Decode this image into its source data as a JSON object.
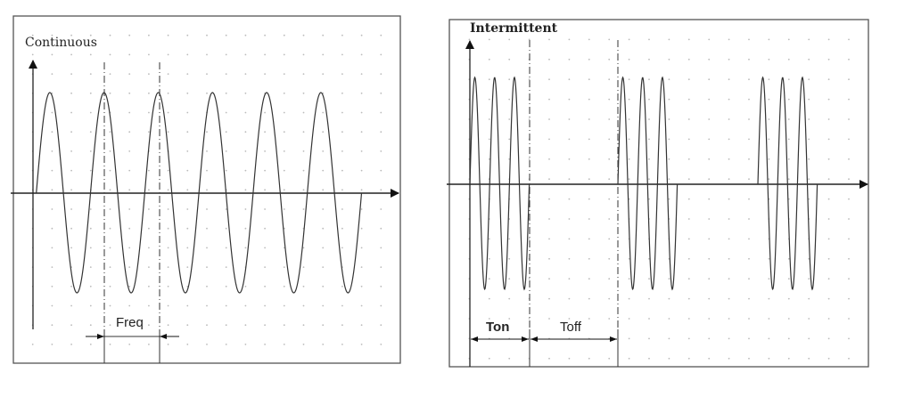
{
  "panels": {
    "continuous": {
      "title": "Continuous",
      "dimension_label": "Freq",
      "cycles": 6
    },
    "intermittent": {
      "title": "Intermittent",
      "on_label": "Ton",
      "off_label": "Toff",
      "bursts": 3,
      "cycles_per_burst": 3
    }
  },
  "colors": {
    "line": "#333333",
    "border": "#555555",
    "grid_dot": "#bbbbbb"
  }
}
